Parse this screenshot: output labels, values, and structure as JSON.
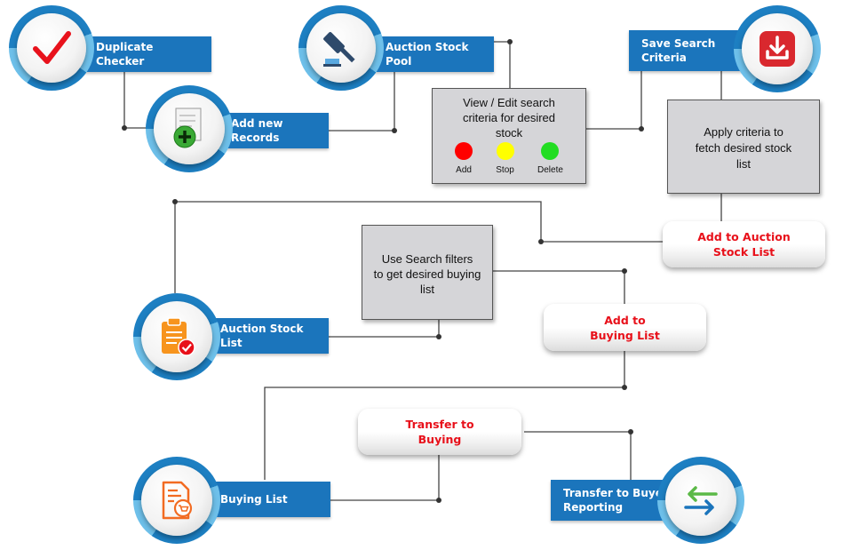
{
  "nodes": {
    "duplicate_checker": "Duplicate Checker",
    "add_new_records": "Add new Records",
    "auction_stock_pool": "Auction Stock Pool",
    "save_search_line1": "Save Search",
    "save_search_line2": "Criteria",
    "auction_stock_list": "Auction Stock List",
    "buying_list": "Buying List",
    "transfer_buyer_line1": "Transfer to Buyer",
    "transfer_buyer_line2": "Reporting"
  },
  "boxes": {
    "view_edit_line1": "View / Edit search",
    "view_edit_line2": "criteria for desired",
    "view_edit_line3": "stock",
    "apply_line1": "Apply criteria to",
    "apply_line2": "fetch desired stock",
    "apply_line3": "list",
    "filters_line1": "Use Search filters",
    "filters_line2": "to get desired buying",
    "filters_line3": "list"
  },
  "controls": {
    "add": "Add",
    "stop": "Stop",
    "delete": "Delete"
  },
  "actions": {
    "add_auction_line1": "Add to Auction",
    "add_auction_line2": "Stock List",
    "add_buying_line1": "Add to",
    "add_buying_line2": "Buying List",
    "transfer_line1": "Transfer to",
    "transfer_line2": "Buying"
  },
  "icons": {
    "duplicate_checker": "checkmark-icon",
    "add_new_records": "add-document-icon",
    "auction_stock_pool": "gavel-icon",
    "save_search": "download-icon",
    "auction_stock_list": "clipboard-check-icon",
    "buying_list": "invoice-cart-icon",
    "transfer_buyer": "transfer-arrows-icon"
  },
  "colors": {
    "label_blue": "#1b75bc",
    "ring_dark": "#1d7fc2",
    "ring_light": "#6ec0ea",
    "action_red": "#e8101a",
    "dot_red": "#ff0000",
    "dot_yellow": "#ffff00",
    "dot_green": "#22dd22"
  }
}
